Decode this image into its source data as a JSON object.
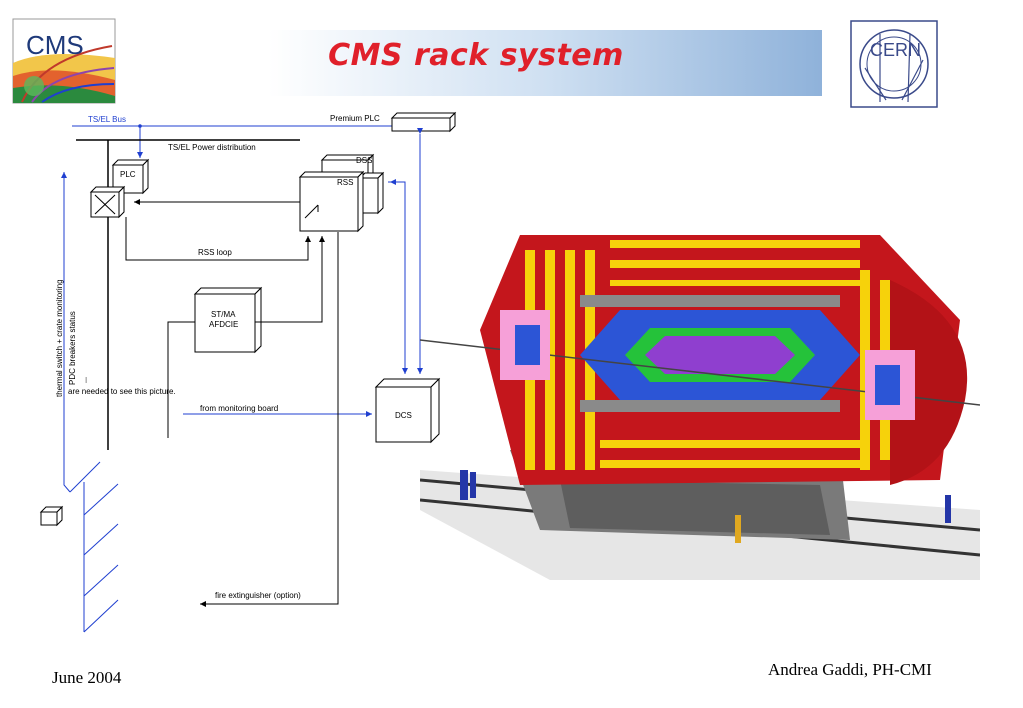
{
  "slide": {
    "title": "CMS rack system",
    "footer_left": "June 2004",
    "footer_right": "Andrea Gaddi, PH-CMI"
  },
  "logos": {
    "cms_text": "CMS",
    "cern_text": "CERN"
  },
  "diagram": {
    "bus_label": "TS/EL Bus",
    "power_label": "TS/EL Power distribution",
    "premium_plc": "Premium PLC",
    "plc": "PLC",
    "dss": "DSS",
    "rss": "RSS",
    "rss_loop": "RSS loop",
    "stma_line1": "ST/MA",
    "stma_line2": "AFDCIE",
    "dcs": "DCS",
    "from_monitoring": "from monitoring board",
    "fire_extinguisher": "fire extinguisher (option)",
    "vertical_label1": "thermal switch + crate monitoring",
    "vertical_label2": "PDC breakers status",
    "placeholder_text": "are needed to see this picture."
  },
  "colors": {
    "title_red": "#e0202a",
    "line_blue": "#1f3fd0"
  }
}
